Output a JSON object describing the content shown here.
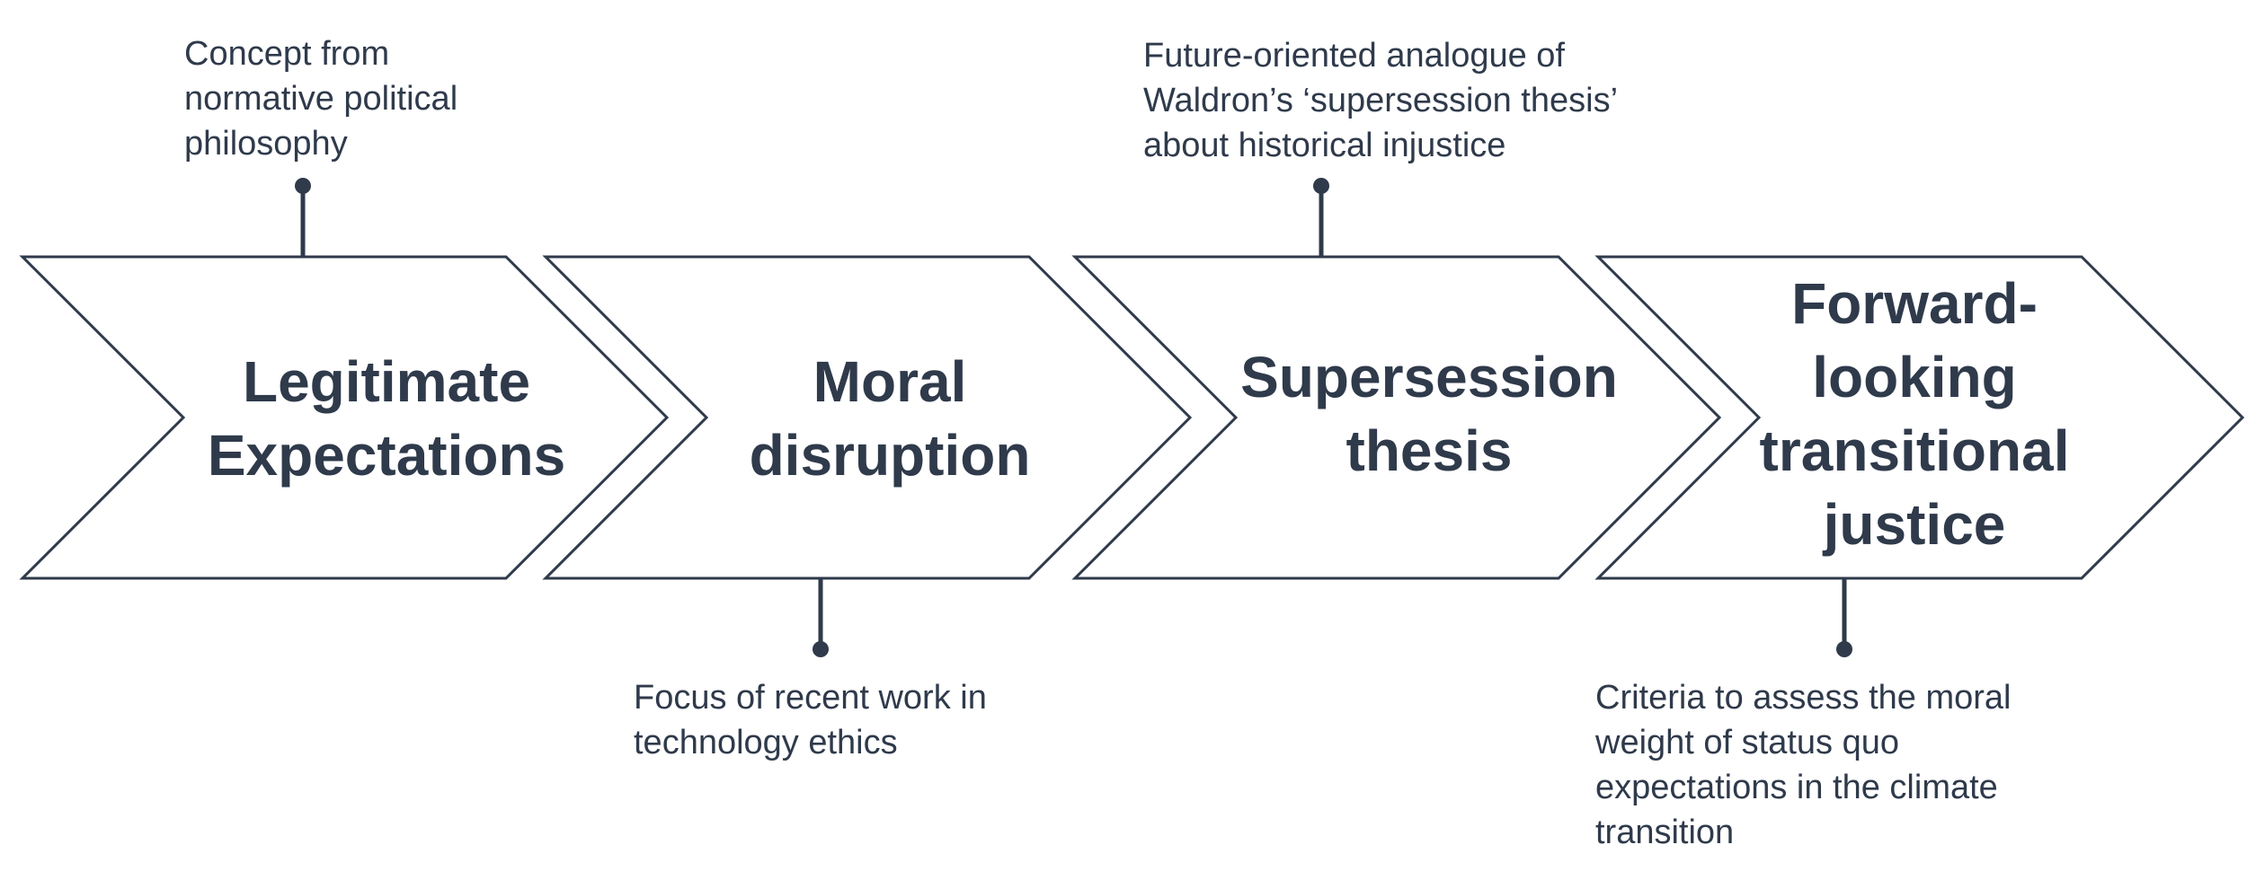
{
  "colors": {
    "stroke": "#2f3a4b",
    "text": "#2f3a4b",
    "background": "#ffffff"
  },
  "steps": [
    {
      "title": "Legitimate\nExpectations"
    },
    {
      "title": "Moral\ndisruption"
    },
    {
      "title": "Supersession\nthesis"
    },
    {
      "title": "Forward-\nlooking\ntransitional\njustice"
    }
  ],
  "notes": [
    {
      "text": "Concept from\nnormative political\nphilosophy"
    },
    {
      "text": "Focus of recent work in\ntechnology ethics"
    },
    {
      "text": "Future-oriented analogue of\nWaldron’s ‘supersession thesis’\nabout historical injustice"
    },
    {
      "text": "Criteria to assess the moral\nweight of status quo\nexpectations in the climate\ntransition"
    }
  ]
}
